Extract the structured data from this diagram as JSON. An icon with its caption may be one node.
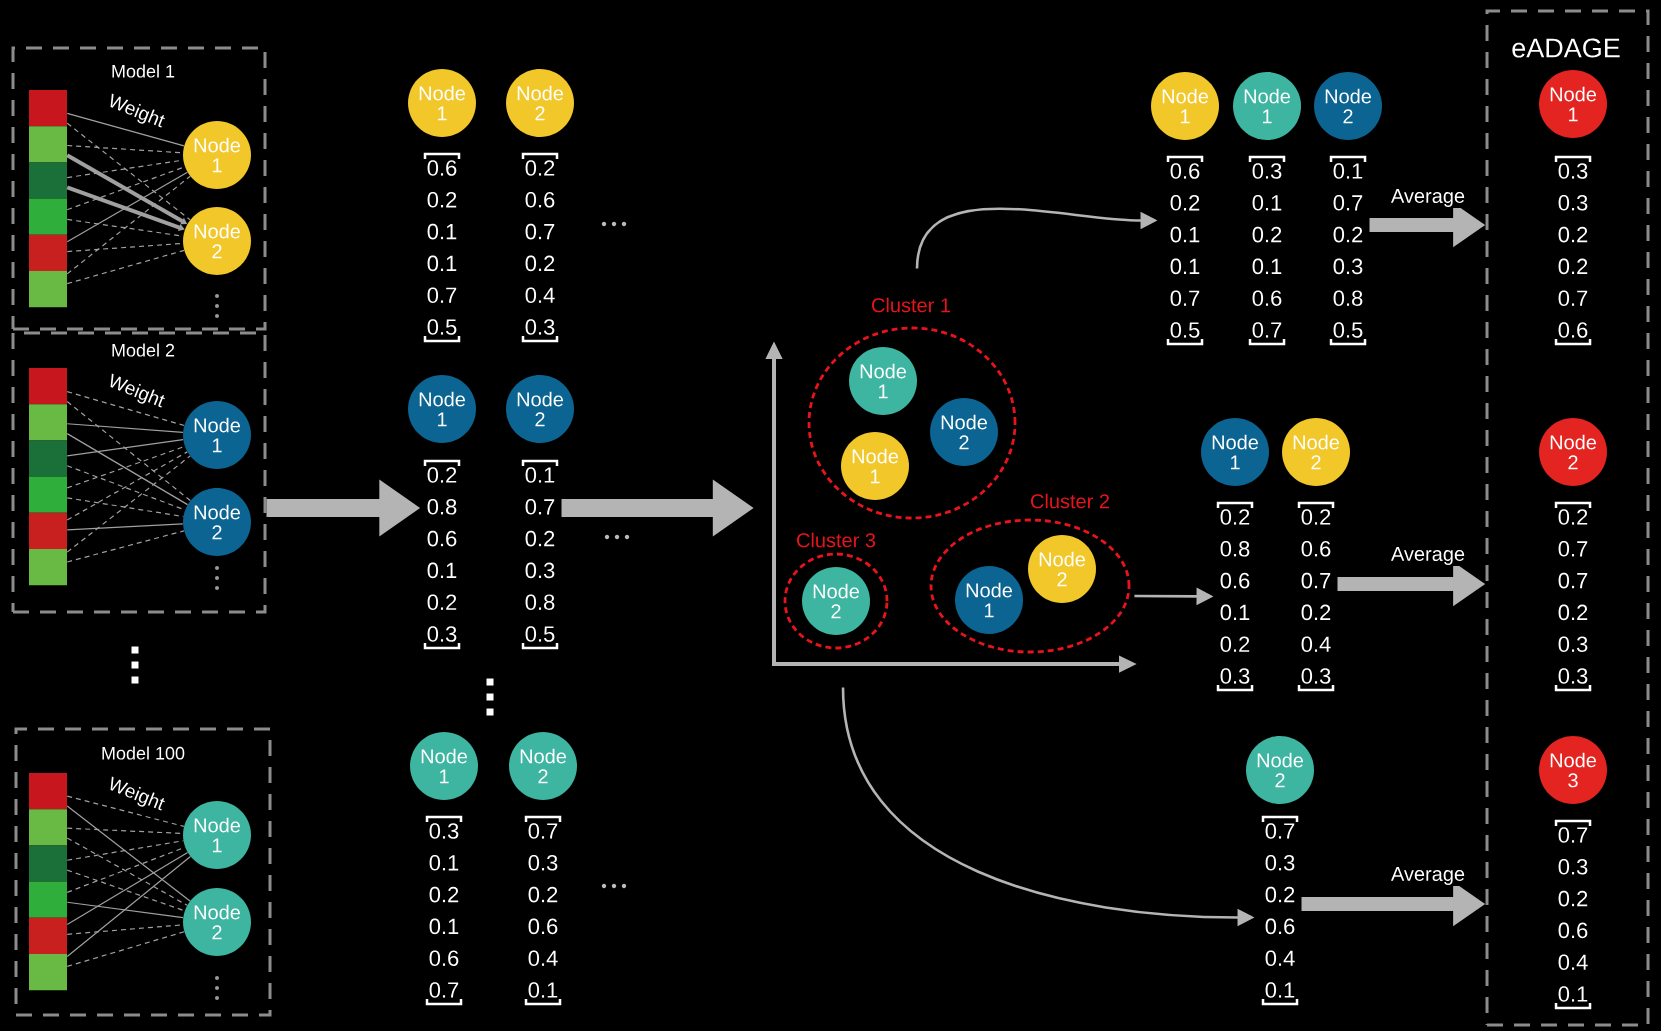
{
  "diagram": {
    "nodes": [
      {
        "text": [
          "Model 1"
        ]
      },
      {
        "text": [],
        "shape": "bar",
        "in": 0
      },
      {
        "text": [],
        "shape": "bar",
        "in": 0
      },
      {
        "text": [],
        "shape": "bar",
        "in": 0
      },
      {
        "text": [],
        "shape": "bar",
        "in": 0
      },
      {
        "text": [],
        "shape": "bar",
        "in": 0
      },
      {
        "text": [],
        "shape": "bar",
        "in": 0
      },
      {
        "text": [
          "Node 1"
        ],
        "in": 0
      },
      {
        "text": [
          "Node 2"
        ],
        "in": 0
      },
      {
        "text": [
          "Model 2"
        ]
      },
      {
        "text": [],
        "shape": "bar",
        "in": 9
      },
      {
        "text": [],
        "shape": "bar",
        "in": 9
      },
      {
        "text": [],
        "shape": "bar",
        "in": 9
      },
      {
        "text": [],
        "shape": "bar",
        "in": 9
      },
      {
        "text": [],
        "shape": "bar",
        "in": 9
      },
      {
        "text": [],
        "shape": "bar",
        "in": 9
      },
      {
        "text": [
          "Node 1"
        ],
        "in": 9
      },
      {
        "text": [
          "Node 2"
        ],
        "in": 9
      },
      {
        "text": [
          "Model 100"
        ]
      },
      {
        "text": [],
        "shape": "bar",
        "in": 18
      },
      {
        "text": [],
        "shape": "bar",
        "in": 18
      },
      {
        "text": [],
        "shape": "bar",
        "in": 18
      },
      {
        "text": [],
        "shape": "bar",
        "in": 18
      },
      {
        "text": [],
        "shape": "bar",
        "in": 18
      },
      {
        "text": [],
        "shape": "bar",
        "in": 18
      },
      {
        "text": [
          "Node 1"
        ],
        "in": 18
      },
      {
        "text": [
          "Node 2"
        ],
        "in": 18
      },
      {
        "text": [
          "Node 1"
        ]
      },
      {
        "text": [
          "0.6",
          "0.2",
          "0.1",
          "0.1",
          "0.7",
          "0.5"
        ]
      },
      {
        "text": [
          "Node 2"
        ]
      },
      {
        "text": [
          "0.2",
          "0.6",
          "0.7",
          "0.2",
          "0.4",
          "0.3"
        ]
      },
      {
        "text": [
          "Node 1"
        ]
      },
      {
        "text": [
          "0.2",
          "0.8",
          "0.6",
          "0.1",
          "0.2",
          "0.3"
        ]
      },
      {
        "text": [
          "Node 2"
        ]
      },
      {
        "text": [
          "0.1",
          "0.7",
          "0.2",
          "0.3",
          "0.8",
          "0.5"
        ]
      },
      {
        "text": [
          "Node 1"
        ]
      },
      {
        "text": [
          "0.3",
          "0.1",
          "0.2",
          "0.1",
          "0.6",
          "0.7"
        ]
      },
      {
        "text": [
          "Node 2"
        ]
      },
      {
        "text": [
          "0.7",
          "0.3",
          "0.2",
          "0.6",
          "0.4",
          "0.1"
        ]
      },
      {
        "text": [
          "Cluster 1"
        ]
      },
      {
        "text": [
          "Node 1"
        ],
        "in": 39
      },
      {
        "text": [
          "Node 2"
        ],
        "in": 39
      },
      {
        "text": [
          "Node 1"
        ],
        "in": 39
      },
      {
        "text": [
          "Cluster 2"
        ]
      },
      {
        "text": [
          "Node 1"
        ],
        "in": 43
      },
      {
        "text": [
          "Node 2"
        ],
        "in": 43
      },
      {
        "text": [
          "Cluster 3"
        ]
      },
      {
        "text": [
          "Node 2"
        ],
        "in": 46
      },
      {
        "text": [
          "Node 1"
        ]
      },
      {
        "text": [
          "0.6",
          "0.2",
          "0.1",
          "0.1",
          "0.7",
          "0.5"
        ]
      },
      {
        "text": [
          "Node 1"
        ]
      },
      {
        "text": [
          "0.3",
          "0.1",
          "0.2",
          "0.1",
          "0.6",
          "0.7"
        ]
      },
      {
        "text": [
          "Node 2"
        ]
      },
      {
        "text": [
          "0.1",
          "0.7",
          "0.2",
          "0.3",
          "0.8",
          "0.5"
        ]
      },
      {
        "text": [
          "Node 1"
        ]
      },
      {
        "text": [
          "0.2",
          "0.8",
          "0.6",
          "0.1",
          "0.2",
          "0.3"
        ]
      },
      {
        "text": [
          "Node 2"
        ]
      },
      {
        "text": [
          "0.2",
          "0.6",
          "0.7",
          "0.2",
          "0.4",
          "0.3"
        ]
      },
      {
        "text": [
          "Node 2"
        ]
      },
      {
        "text": [
          "0.7",
          "0.3",
          "0.2",
          "0.6",
          "0.4",
          "0.1"
        ]
      },
      {
        "text": [
          "eADAGE"
        ]
      },
      {
        "text": [
          "Node 1"
        ],
        "in": 60
      },
      {
        "text": [
          "0.3",
          "0.3",
          "0.2",
          "0.2",
          "0.7",
          "0.6"
        ],
        "in": 60
      },
      {
        "text": [
          "Node 2"
        ],
        "in": 60
      },
      {
        "text": [
          "0.2",
          "0.7",
          "0.7",
          "0.2",
          "0.3",
          "0.3"
        ],
        "in": 60
      },
      {
        "text": [
          "Node 3"
        ],
        "in": 60
      },
      {
        "text": [
          "0.7",
          "0.3",
          "0.2",
          "0.6",
          "0.4",
          "0.1"
        ],
        "in": 60
      }
    ],
    "edges": [
      {
        "from": 1,
        "to": 7,
        "arrow": "none",
        "label": "Weight"
      },
      {
        "from": 1,
        "to": 8,
        "arrow": "none",
        "style": "dashed"
      },
      {
        "from": 2,
        "to": 7,
        "arrow": "none",
        "style": "dashed"
      },
      {
        "from": 2,
        "to": 8,
        "arrow": "to",
        "style": "thick"
      },
      {
        "from": 3,
        "to": 7,
        "arrow": "none",
        "style": "dashed"
      },
      {
        "from": 3,
        "to": 8,
        "arrow": "to",
        "style": "thick"
      },
      {
        "from": 4,
        "to": 7,
        "arrow": "none",
        "style": "dashed"
      },
      {
        "from": 4,
        "to": 8,
        "arrow": "none",
        "style": "dashed"
      },
      {
        "from": 5,
        "to": 7,
        "arrow": "none"
      },
      {
        "from": 5,
        "to": 8,
        "arrow": "none",
        "style": "dashed"
      },
      {
        "from": 6,
        "to": 7,
        "arrow": "none",
        "style": "dashed"
      },
      {
        "from": 6,
        "to": 8,
        "arrow": "none",
        "style": "dashed"
      },
      {
        "from": 10,
        "to": 16,
        "arrow": "none",
        "style": "dashed",
        "label": "Weight"
      },
      {
        "from": 10,
        "to": 17,
        "arrow": "none",
        "style": "dashed"
      },
      {
        "from": 11,
        "to": 16,
        "arrow": "none"
      },
      {
        "from": 11,
        "to": 17,
        "arrow": "none"
      },
      {
        "from": 12,
        "to": 16,
        "arrow": "none"
      },
      {
        "from": 12,
        "to": 17,
        "arrow": "none",
        "style": "dashed"
      },
      {
        "from": 13,
        "to": 16,
        "arrow": "none",
        "style": "dashed"
      },
      {
        "from": 13,
        "to": 17,
        "arrow": "none",
        "style": "dashed"
      },
      {
        "from": 14,
        "to": 16,
        "arrow": "none",
        "style": "dashed"
      },
      {
        "from": 14,
        "to": 17,
        "arrow": "none"
      },
      {
        "from": 15,
        "to": 16,
        "arrow": "none",
        "style": "dashed"
      },
      {
        "from": 15,
        "to": 17,
        "arrow": "none",
        "style": "dashed"
      },
      {
        "from": 19,
        "to": 25,
        "arrow": "none",
        "style": "dashed",
        "label": "Weight"
      },
      {
        "from": 19,
        "to": 26,
        "arrow": "none"
      },
      {
        "from": 20,
        "to": 25,
        "arrow": "none",
        "style": "dashed"
      },
      {
        "from": 20,
        "to": 26,
        "arrow": "none",
        "style": "dashed"
      },
      {
        "from": 21,
        "to": 25,
        "arrow": "none",
        "style": "dashed"
      },
      {
        "from": 21,
        "to": 26,
        "arrow": "none",
        "style": "dashed"
      },
      {
        "from": 22,
        "to": 25,
        "arrow": "none",
        "style": "dashed"
      },
      {
        "from": 22,
        "to": 26,
        "arrow": "none"
      },
      {
        "from": 23,
        "to": 25,
        "arrow": "none"
      },
      {
        "from": 23,
        "to": 26,
        "arrow": "none",
        "style": "dashed"
      },
      {
        "from": 24,
        "to": 25,
        "arrow": "none"
      },
      {
        "from": 24,
        "to": 26,
        "arrow": "none",
        "style": "dashed"
      },
      {
        "from": 9,
        "to": 32,
        "arrow": "to",
        "style": "thick"
      },
      {
        "from": 34,
        "to": null,
        "arrow": "to",
        "style": "thick"
      },
      {
        "from": 39,
        "to": 49,
        "arrow": "to"
      },
      {
        "from": 43,
        "to": 55,
        "arrow": "to"
      },
      {
        "from": 46,
        "to": 59,
        "arrow": "to"
      },
      {
        "from": 53,
        "to": 60,
        "arrow": "to",
        "style": "thick",
        "label": "Average"
      },
      {
        "from": 57,
        "to": 60,
        "arrow": "to",
        "style": "thick",
        "label": "Average"
      },
      {
        "from": 59,
        "to": 60,
        "arrow": "to",
        "style": "thick",
        "label": "Average"
      }
    ]
  }
}
